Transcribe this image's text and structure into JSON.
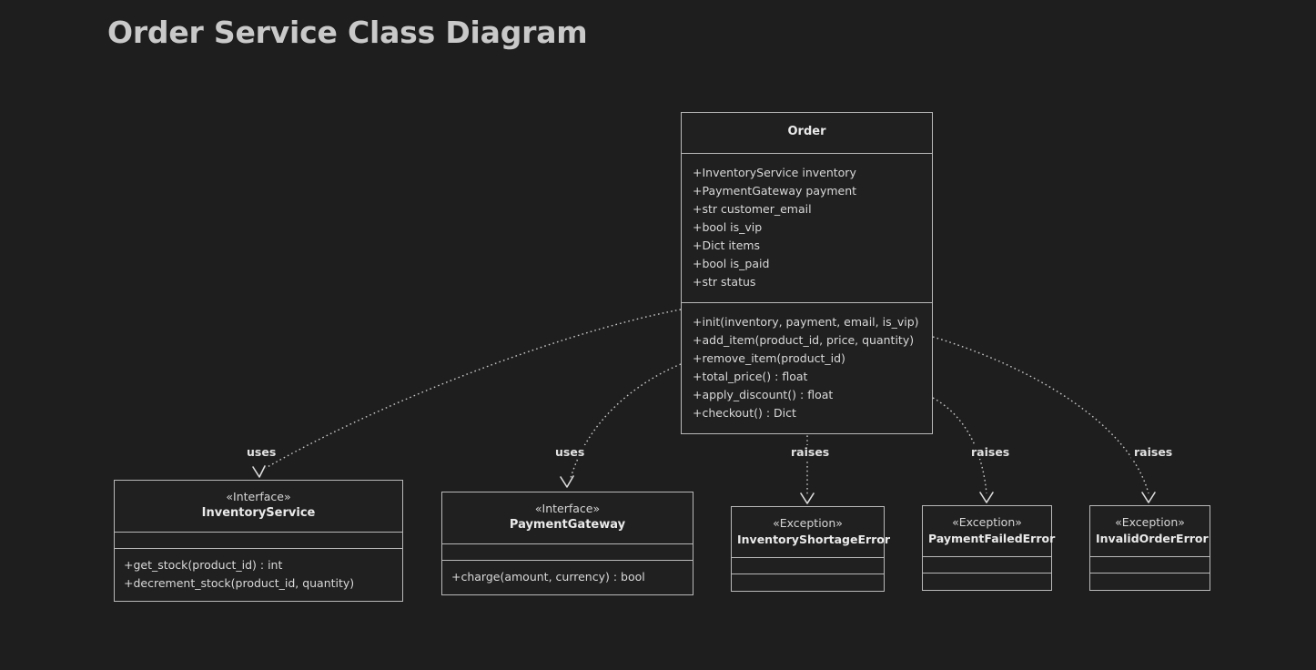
{
  "title": "Order Service Class Diagram",
  "colors": {
    "background": "#1e1e1e",
    "node_fill": "#202020",
    "border": "#b9b9b9",
    "text": "#d9d9d9",
    "title": "#c9c9c9",
    "edge": "#c8c8c8"
  },
  "nodes": {
    "order": {
      "name": "Order",
      "stereotype": "",
      "attributes": [
        "+InventoryService inventory",
        "+PaymentGateway payment",
        "+str customer_email",
        "+bool is_vip",
        "+Dict items",
        "+bool is_paid",
        "+str status"
      ],
      "operations": [
        "+init(inventory, payment, email, is_vip)",
        "+add_item(product_id, price, quantity)",
        "+remove_item(product_id)",
        "+total_price() : float",
        "+apply_discount() : float",
        "+checkout() : Dict"
      ]
    },
    "inventory_service": {
      "name": "InventoryService",
      "stereotype": "«Interface»",
      "attributes": [],
      "operations": [
        "+get_stock(product_id) : int",
        "+decrement_stock(product_id, quantity)"
      ]
    },
    "payment_gateway": {
      "name": "PaymentGateway",
      "stereotype": "«Interface»",
      "attributes": [],
      "operations": [
        "+charge(amount, currency) : bool"
      ]
    },
    "inventory_shortage_error": {
      "name": "InventoryShortageError",
      "stereotype": "«Exception»",
      "attributes": [],
      "operations": []
    },
    "payment_failed_error": {
      "name": "PaymentFailedError",
      "stereotype": "«Exception»",
      "attributes": [],
      "operations": []
    },
    "invalid_order_error": {
      "name": "InvalidOrderError",
      "stereotype": "«Exception»",
      "attributes": [],
      "operations": []
    }
  },
  "edges": [
    {
      "from": "order",
      "to": "inventory_service",
      "label": "uses",
      "style": "dashed",
      "arrow": "open"
    },
    {
      "from": "order",
      "to": "payment_gateway",
      "label": "uses",
      "style": "dashed",
      "arrow": "open"
    },
    {
      "from": "order",
      "to": "inventory_shortage_error",
      "label": "raises",
      "style": "dashed",
      "arrow": "open"
    },
    {
      "from": "order",
      "to": "payment_failed_error",
      "label": "raises",
      "style": "dashed",
      "arrow": "open"
    },
    {
      "from": "order",
      "to": "invalid_order_error",
      "label": "raises",
      "style": "dashed",
      "arrow": "open"
    }
  ]
}
